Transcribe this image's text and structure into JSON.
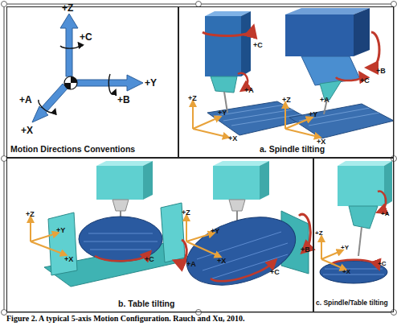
{
  "diagram": {
    "caption": "Figure 2. A typical 5-axis Motion Configuration. Rauch and Xu, 2010.",
    "nodes": [
      {
        "text": [
          "Motion Directions Conventions"
        ]
      },
      {
        "text": [
          "a. Spindle tilting"
        ]
      },
      {
        "text": [
          "b. Table tilting"
        ]
      },
      {
        "text": [
          "c. Spindle/Table tilting"
        ]
      }
    ],
    "labels": [
      "+Z",
      "+C",
      "+Y",
      "+B",
      "+A",
      "+X",
      "+C",
      "+A",
      "+Z",
      "+Y",
      "+X",
      "+B",
      "+C",
      "+A",
      "+Z",
      "+Y",
      "+X",
      "+Z",
      "+Y",
      "+X",
      "+C",
      "+A",
      "+Z",
      "+Y",
      "+X",
      "+C",
      "+B",
      "+C",
      "+A",
      "+Z",
      "+Y",
      "+X"
    ]
  }
}
